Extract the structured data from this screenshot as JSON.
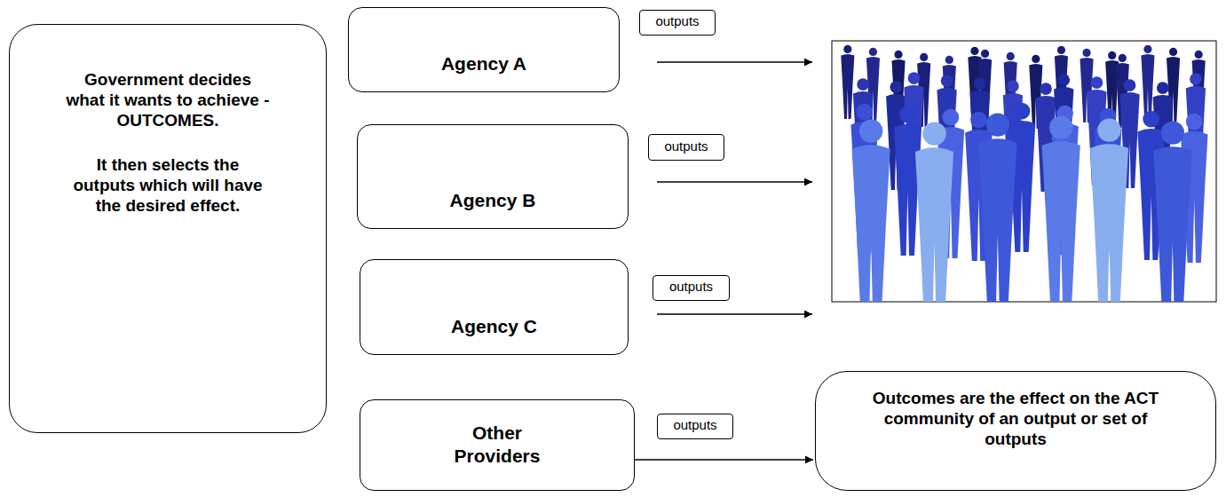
{
  "diagram": {
    "nodes": [
      {
        "text": [
          "Government decides what it wants to achieve - OUTCOMES.",
          "It then selects the outputs which will have the desired effect."
        ]
      },
      {
        "text": [
          "Agency A"
        ]
      },
      {
        "text": [
          "outputs"
        ]
      },
      {
        "text": [
          "Agency B"
        ]
      },
      {
        "text": [
          "outputs"
        ]
      },
      {
        "text": [
          "Agency C"
        ]
      },
      {
        "text": [
          "outputs"
        ]
      },
      {
        "text": [
          "Other Providers"
        ]
      },
      {
        "text": [
          "outputs"
        ]
      },
      {
        "text": [
          "Outcomes are the effect on the ACT community of an output or set of outputs"
        ]
      }
    ],
    "edges": [
      {
        "from": 7,
        "to": 9,
        "arrow": "to"
      }
    ]
  }
}
